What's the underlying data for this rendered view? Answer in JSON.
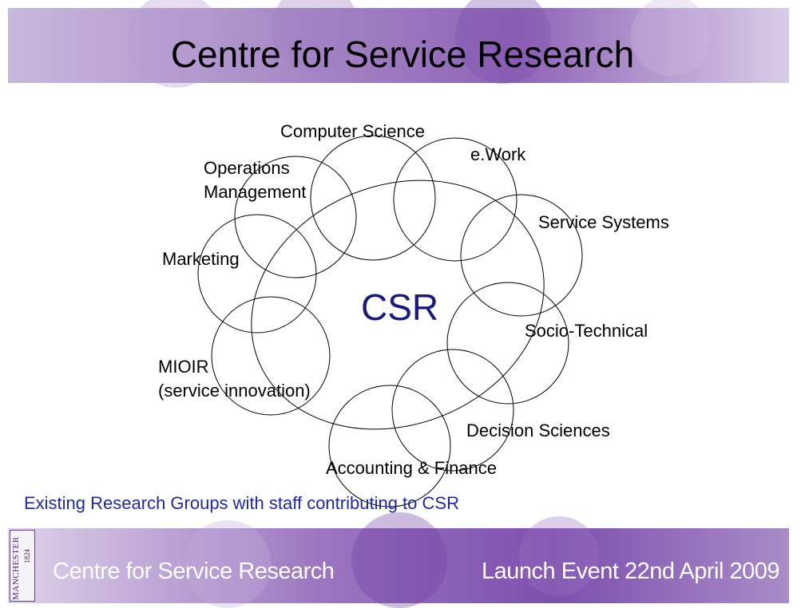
{
  "header": {
    "title": "Centre for Service Research"
  },
  "diagram": {
    "center_label": "CSR",
    "groups": [
      {
        "id": "computer-science",
        "label": "Computer Science"
      },
      {
        "id": "ework",
        "label": "e.Work"
      },
      {
        "id": "operations-management",
        "label": "Operations Management",
        "lines": [
          "Operations",
          "Management"
        ]
      },
      {
        "id": "service-systems",
        "label": "Service Systems"
      },
      {
        "id": "marketing",
        "label": "Marketing"
      },
      {
        "id": "socio-technical",
        "label": "Socio-Technical"
      },
      {
        "id": "mioir",
        "label": "MIOIR (service innovation)",
        "lines": [
          "MIOIR",
          "(service innovation)"
        ]
      },
      {
        "id": "decision-sciences",
        "label": "Decision Sciences"
      },
      {
        "id": "accounting-finance",
        "label": "Accounting & Finance"
      }
    ]
  },
  "caption": "Existing Research Groups with staff contributing to CSR",
  "footer": {
    "left_text": "Centre for Service Research",
    "right_text": "Launch Event 22nd April 2009",
    "logo_text": "MANCHESTER",
    "logo_year": "1824"
  },
  "colors": {
    "title_text": "#000000",
    "csr_text": "#1a1a7a",
    "caption_text": "#1f2a9a",
    "band_purple": "#8e63b6"
  }
}
